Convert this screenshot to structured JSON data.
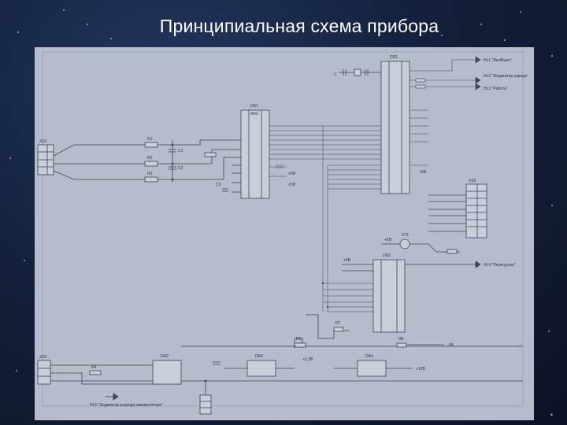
{
  "slide": {
    "title": "Принципиальная схема прибора"
  },
  "schematic": {
    "labels": {
      "dd1": "DD1",
      "da1": "DA1",
      "xs1": "XS1",
      "xs2": "XS2",
      "xs3": "XS3",
      "da2": "DA2",
      "da3": "DA3",
      "da4": "DA4",
      "dd2": "DD2",
      "hl1": "HL1 \"Вкл/Выкл\"",
      "hl2": "HL2 \"Индикатор заряда\"",
      "hl3": "HL3 \"Работа\"",
      "hl4": "HL4 \"Перегрузка\"",
      "hl5": "HL5 \"Индикатор разряда аккумулятора\"",
      "r1": "R1",
      "r2": "R2",
      "r3": "R3",
      "r4": "R4",
      "r5": "R5",
      "r7": "R7",
      "r8": "R8",
      "c1": "C1",
      "c2": "C2",
      "c3": "C3",
      "vt1": "VT1",
      "v1": "+5В",
      "v2": "+5В",
      "v3": "+5В",
      "v4": "+5В",
      "v5": "+5В",
      "v6": "+3,3В",
      "v7": "+12В",
      "v8": "-5В",
      "adc": "ADC"
    }
  }
}
